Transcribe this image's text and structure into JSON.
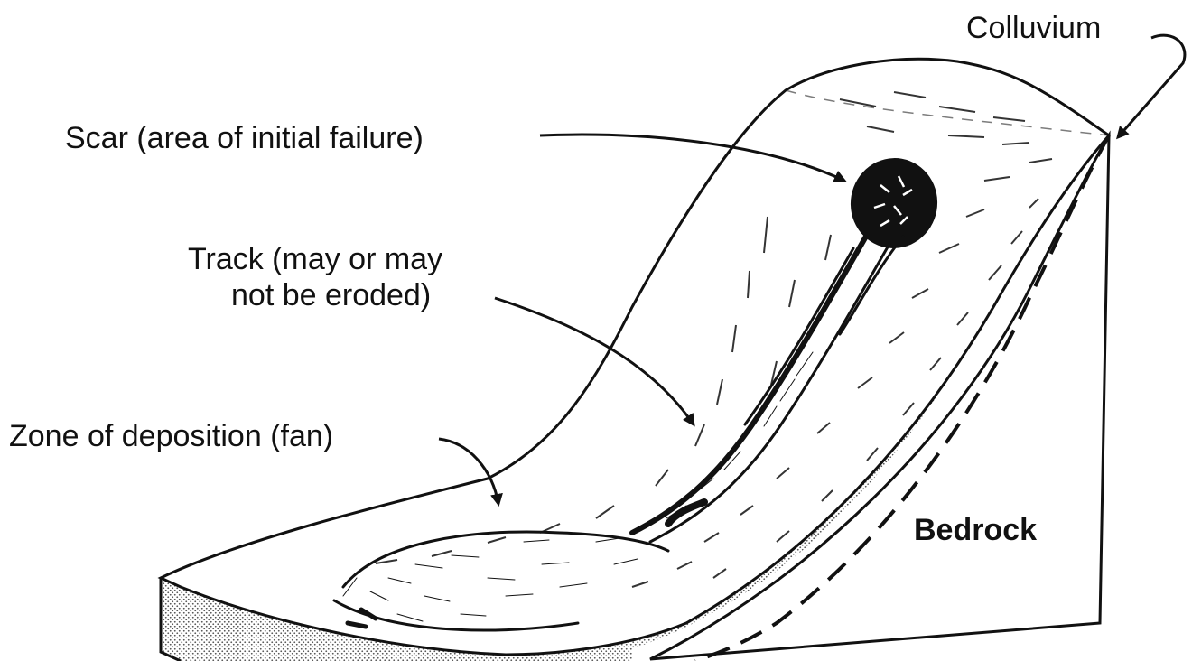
{
  "labels": {
    "colluvium": "Colluvium",
    "scar": "Scar (area of initial failure)",
    "track_line1": "Track (may or may",
    "track_line2": "not be eroded)",
    "deposition": "Zone of deposition (fan)",
    "bedrock": "Bedrock"
  },
  "colors": {
    "ink": "#111111",
    "paper": "#ffffff",
    "stipple": "#8a8a8a"
  }
}
